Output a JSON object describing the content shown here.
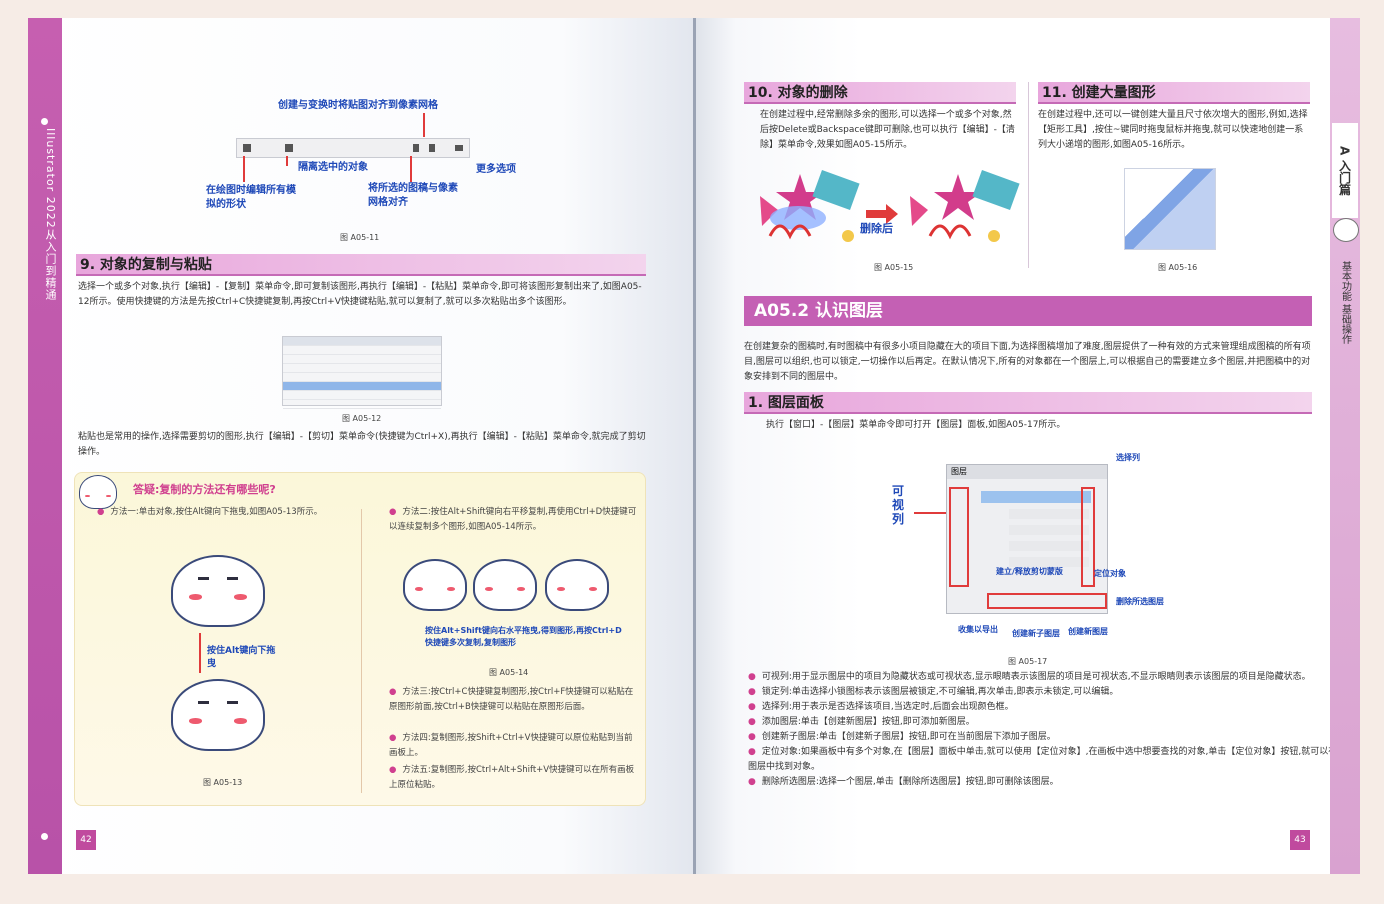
{
  "left_page": {
    "spine_title": "Illustrator 2022从入门到精通",
    "figure_11": {
      "callout_top": "创建与变换时将贴图对齐到像素网格",
      "callout_selected": "隔离选中的对象",
      "callout_more": "更多选项",
      "callout_edit_shape": "在绘图时编辑所有模拟的形状",
      "callout_align_grid": "将所选的图稿与像素网格对齐",
      "caption": "图 A05-11"
    },
    "section_9": {
      "heading": "9. 对象的复制与粘贴",
      "para": "选择一个或多个对象,执行【编辑】-【复制】菜单命令,即可复制该图形,再执行【编辑】-【粘贴】菜单命令,即可将该图形复制出来了,如图A05-12所示。使用快捷键的方法是先按Ctrl+C快捷键复制,再按Ctrl+V快捷键粘贴,就可以复制了,就可以多次粘贴出多个该图形。",
      "caption_12": "图 A05-12",
      "para2": "粘贴也是常用的操作,选择需要剪切的图形,执行【编辑】-【剪切】菜单命令(快捷键为Ctrl+X),再执行【编辑】-【粘贴】菜单命令,就完成了剪切操作。"
    },
    "tip": {
      "title": "答疑:复制的方法还有哪些呢?",
      "method1": "方法一:单击对象,按住Alt键向下拖曳,如图A05-13所示。",
      "fig13_label": "按住Alt键向下拖曳",
      "caption_13": "图 A05-13",
      "method2": "方法二:按住Alt+Shift键向右平移复制,再使用Ctrl+D快捷键可以连续复制多个图形,如图A05-14所示。",
      "fig14_label": "按住Alt+Shift键向右水平拖曳,得到图形,再按Ctrl+D快捷键多次复制,复制图形",
      "caption_14": "图 A05-14",
      "method3": "方法三:按Ctrl+C快捷键复制图形,按Ctrl+F快捷键可以粘贴在原图形前面,按Ctrl+B快捷键可以粘贴在原图形后面。",
      "method4": "方法四:复制图形,按Shift+Ctrl+V快捷键可以原位粘贴到当前画板上。",
      "method5": "方法五:复制图形,按Ctrl+Alt+Shift+V快捷键可以在所有画板上原位粘贴。"
    },
    "page_number": "42"
  },
  "right_page": {
    "section_10": {
      "heading": "10. 对象的删除",
      "para": "在创建过程中,经常删除多余的图形,可以选择一个或多个对象,然后按Delete或Backspace键即可删除,也可以执行【编辑】-【清除】菜单命令,效果如图A05-15所示。",
      "after_label": "删除后",
      "caption": "图 A05-15"
    },
    "section_11": {
      "heading": "11. 创建大量图形",
      "para": "在创建过程中,还可以一键创建大量且尺寸依次增大的图形,例如,选择【矩形工具】,按住~键同时拖曳鼠标并拖曳,就可以快速地创建一系列大小递增的图形,如图A05-16所示。",
      "caption": "图 A05-16"
    },
    "section_a052": {
      "heading": "A05.2 认识图层",
      "para": "在创建复杂的图稿时,有时图稿中有很多小项目隐藏在大的项目下面,为选择图稿增加了难度,图层提供了一种有效的方式来管理组成图稿的所有项目,图层可以组织,也可以锁定,一切操作以后再定。在默认情况下,所有的对象都在一个图层上,可以根据自己的需要建立多个图层,并把图稿中的对象安排到不同的图层中。"
    },
    "section_layers": {
      "heading": "1. 图层面板",
      "para": "执行【窗口】-【图层】菜单命令即可打开【图层】面板,如图A05-17所示。",
      "label_visible": "可视列",
      "label_select": "选择列",
      "label_sublayer": "建立/释放剪切蒙版",
      "label_locate": "定位对象",
      "label_new_sub": "创建新子图层",
      "label_collect": "收集以导出",
      "label_new_layer": "创建新图层",
      "label_delete": "删除所选图层",
      "panel_title": "图层",
      "caption": "图 A05-17"
    },
    "bullets": [
      "可视列:用于显示图层中的项目为隐藏状态或可视状态,显示眼睛表示该图层的项目是可视状态,不显示眼睛则表示该图层的项目是隐藏状态。",
      "锁定列:单击选择小锁图标表示该图层被锁定,不可编辑,再次单击,即表示未锁定,可以编辑。",
      "选择列:用于表示是否选择该项目,当选定时,后面会出现颜色框。",
      "添加图层:单击【创建新图层】按钮,即可添加新图层。",
      "创建新子图层:单击【创建新子图层】按钮,即可在当前图层下添加子图层。",
      "定位对象:如果画板中有多个对象,在【图层】面板中单击,就可以使用【定位对象】,在画板中选中想要查找的对象,单击【定位对象】按钮,就可以在图层中找到对象。",
      "删除所选图层:选择一个图层,单击【删除所选图层】按钮,即可删除该图层。"
    ],
    "tab_part": "A 入门篇",
    "tab_chapter": "基本功能 基础操作",
    "page_number": "43"
  },
  "colors": {
    "accent": "#c460b4",
    "heading_band": "#e8a6dc",
    "callout_blue": "#1f49b8",
    "arrow_red": "#e03b3b",
    "tip_bg": "#fbf7d9"
  }
}
